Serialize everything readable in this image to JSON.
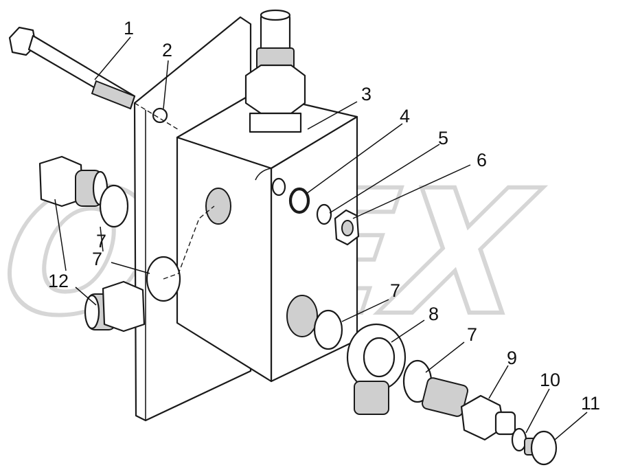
{
  "watermark": {
    "text": "OPEX"
  },
  "callouts": [
    {
      "id": "c1",
      "text": "1"
    },
    {
      "id": "c2",
      "text": "2"
    },
    {
      "id": "c3",
      "text": "3"
    },
    {
      "id": "c4",
      "text": "4"
    },
    {
      "id": "c5",
      "text": "5"
    },
    {
      "id": "c6",
      "text": "6"
    },
    {
      "id": "c7a",
      "text": "7"
    },
    {
      "id": "c7b",
      "text": "7"
    },
    {
      "id": "c7c",
      "text": "7"
    },
    {
      "id": "c7d",
      "text": "7"
    },
    {
      "id": "c8",
      "text": "8"
    },
    {
      "id": "c9",
      "text": "9"
    },
    {
      "id": "c10",
      "text": "10"
    },
    {
      "id": "c11",
      "text": "11"
    },
    {
      "id": "c12",
      "text": "12"
    }
  ]
}
